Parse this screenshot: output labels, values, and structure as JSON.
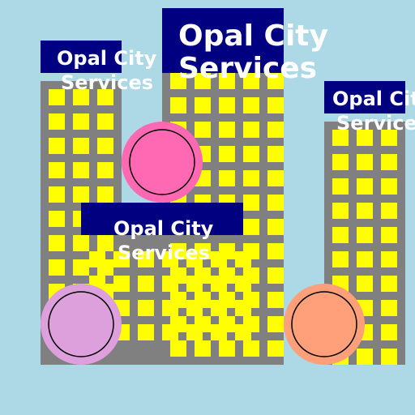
{
  "scene": {
    "sign_text_line1": "Opal City",
    "sign_text_line2": "Services",
    "sky_color": "#add8e6",
    "building_color": "#808080",
    "window_color": "#ffff00",
    "sign_color": "#000080",
    "circles": [
      {
        "name": "pink-circle",
        "fill": "#ff69b4"
      },
      {
        "name": "plum-circle",
        "fill": "#dda0dd"
      },
      {
        "name": "salmon-circle",
        "fill": "#ffa07a"
      }
    ]
  }
}
